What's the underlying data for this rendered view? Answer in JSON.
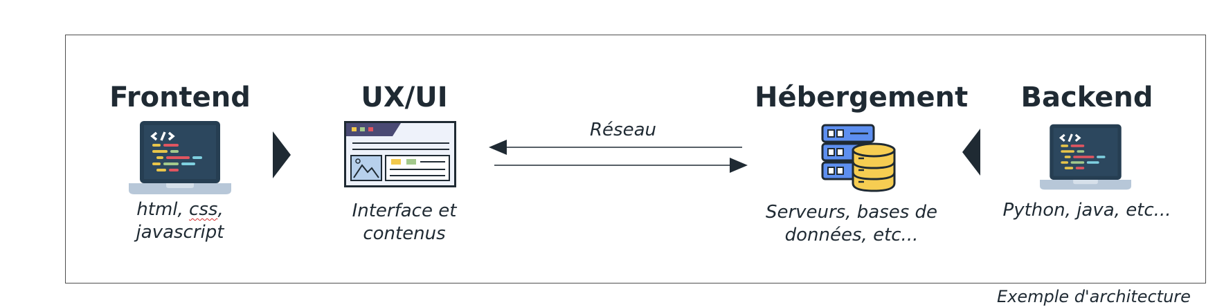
{
  "blocks": [
    {
      "title": "Frontend",
      "desc_lines": [
        "html, css,",
        "javascript"
      ],
      "icon": "laptop-code-icon"
    },
    {
      "title": "UX/UI",
      "desc_lines": [
        "Interface et",
        "contenus"
      ],
      "icon": "web-page-icon"
    },
    {
      "title": "Hébergement",
      "desc_lines": [
        "Serveurs, bases de",
        "données, etc..."
      ],
      "icon": "server-database-icon"
    },
    {
      "title": "Backend",
      "desc_lines": [
        "Python, java, etc..."
      ],
      "icon": "laptop-code-icon"
    }
  ],
  "frontend_desc": {
    "pre": "html, ",
    "css": "css",
    "post": ","
  },
  "network": {
    "label": "Réseau"
  },
  "caption": "Exemple d'architecture",
  "colors": {
    "dark": "#1f2a33",
    "laptop_screen": "#263e52",
    "laptop_base": "#b7c7d8",
    "db_yellow": "#f6cd52",
    "server_blue": "#5d8ff0"
  }
}
